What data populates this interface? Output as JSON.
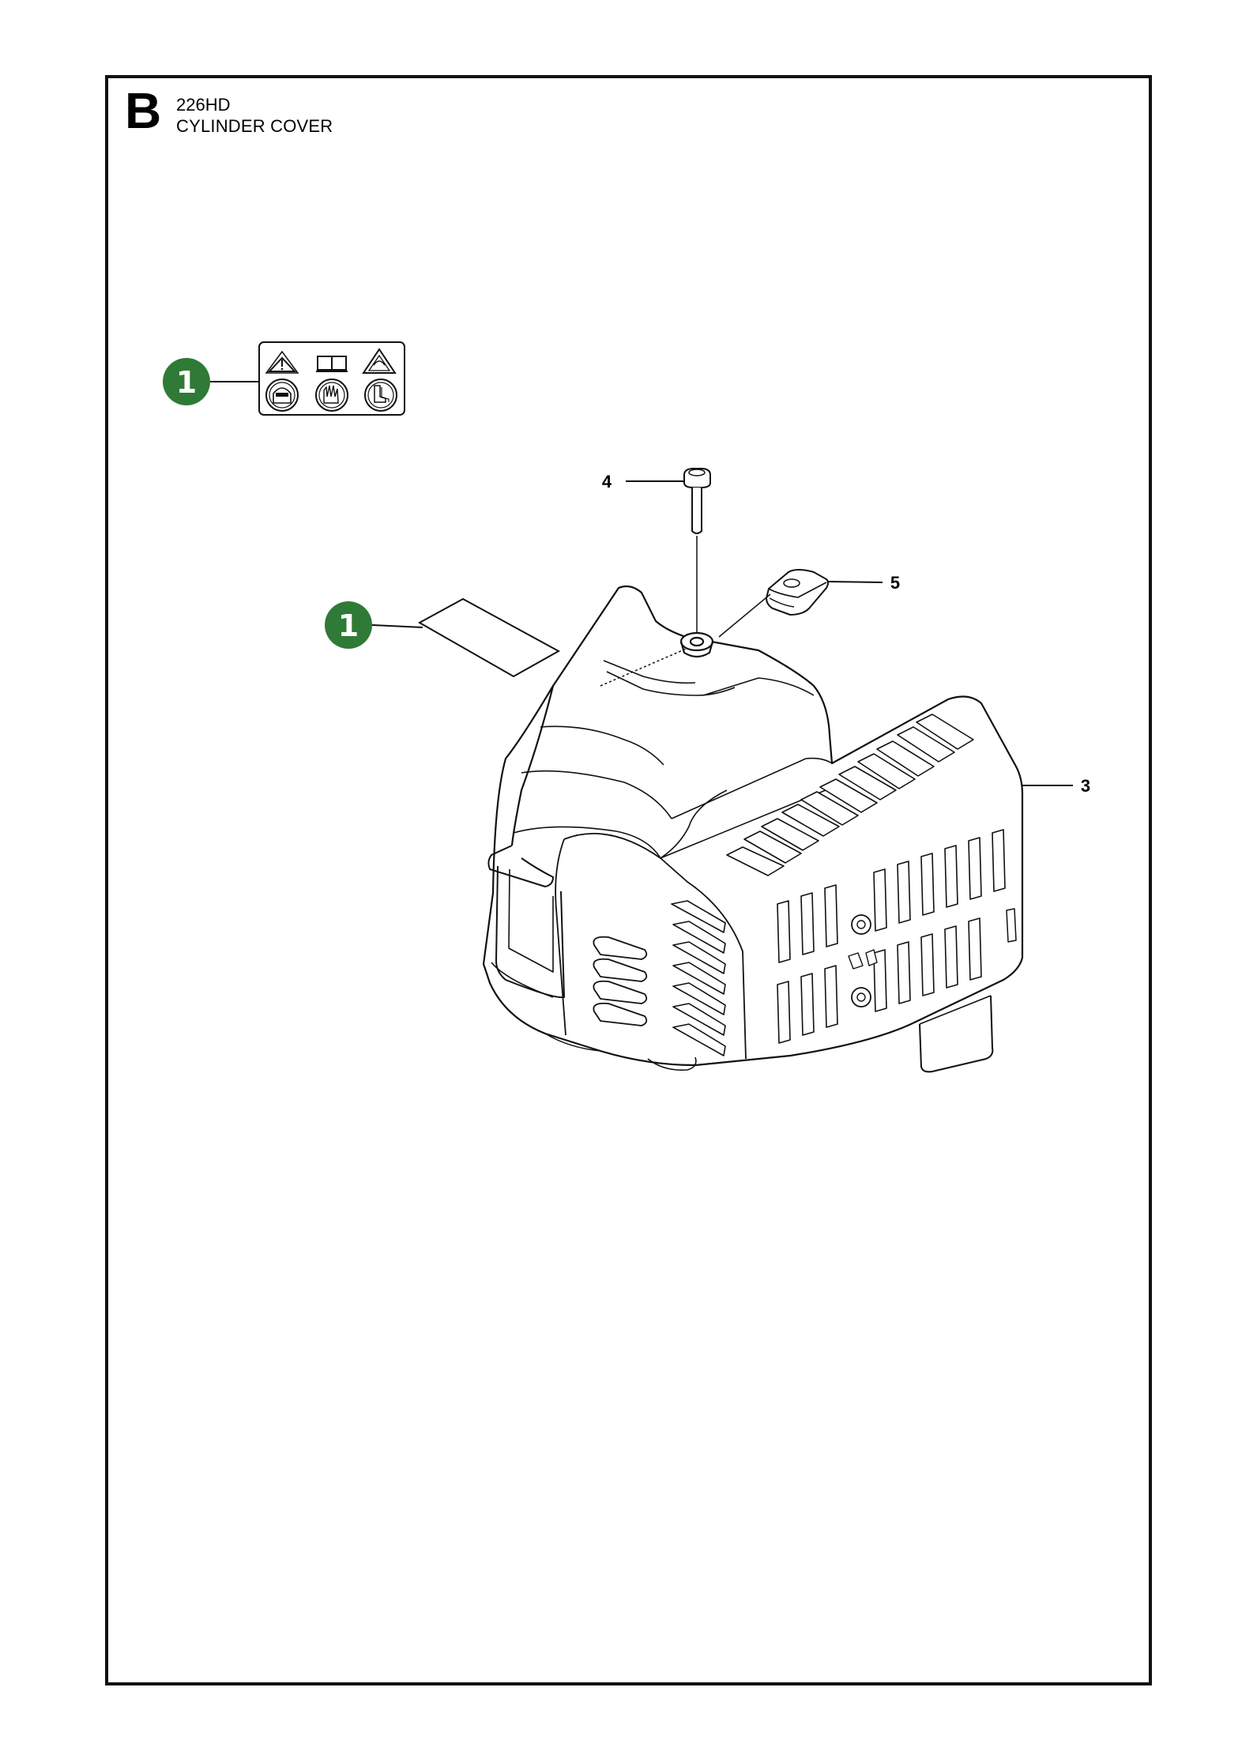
{
  "header": {
    "section_letter": "B",
    "model": "226HD",
    "title": "CYLINDER COVER"
  },
  "callouts": {
    "decal_panel_number": "1",
    "decal_number": "1",
    "bolt_number": "4",
    "grommet_number": "5",
    "cover_number": "3"
  },
  "colors": {
    "badge_green": "#2f7a36",
    "line": "#111111"
  },
  "icons": {
    "decal_panel": [
      "warning-triangle-icon",
      "manual-book-icon",
      "warning-kickback-icon",
      "head-protection-icon",
      "gloves-icon",
      "boots-icon"
    ]
  }
}
